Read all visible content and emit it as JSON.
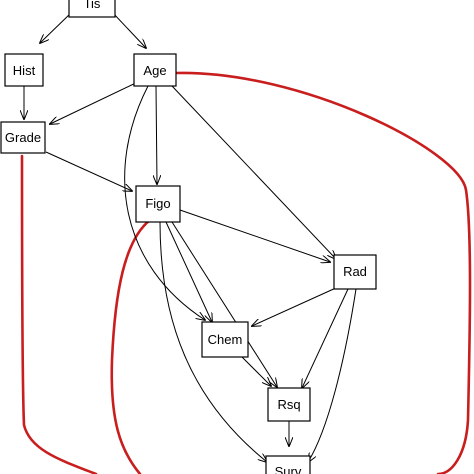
{
  "diagram": {
    "nodes": {
      "tis": "Tis",
      "hist": "Hist",
      "age": "Age",
      "grade": "Grade",
      "figo": "Figo",
      "rad": "Rad",
      "chem": "Chem",
      "rsq": "Rsq",
      "surv": "Surv"
    },
    "edges": [
      [
        "Tis",
        "Hist"
      ],
      [
        "Tis",
        "Age"
      ],
      [
        "Hist",
        "Grade"
      ],
      [
        "Age",
        "Grade"
      ],
      [
        "Age",
        "Figo"
      ],
      [
        "Age",
        "Rad"
      ],
      [
        "Age",
        "Chem"
      ],
      [
        "Grade",
        "Figo"
      ],
      [
        "Figo",
        "Rad"
      ],
      [
        "Figo",
        "Chem"
      ],
      [
        "Figo",
        "Rsq"
      ],
      [
        "Figo",
        "Surv"
      ],
      [
        "Rad",
        "Chem"
      ],
      [
        "Rad",
        "Rsq"
      ],
      [
        "Rad",
        "Surv"
      ],
      [
        "Chem",
        "Rsq"
      ],
      [
        "Rsq",
        "Surv"
      ]
    ],
    "undirected_edges": [
      [
        "Age",
        "Surv"
      ],
      [
        "Grade",
        "Surv"
      ],
      [
        "Figo",
        "Surv"
      ]
    ],
    "colors": {
      "directed_edge": "#000000",
      "undirected_edge": "#c81e1e"
    }
  }
}
